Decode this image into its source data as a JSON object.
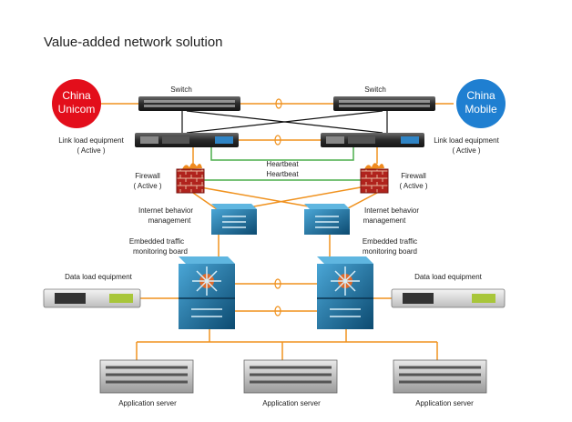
{
  "title": "Value-added network solution",
  "isps": {
    "left": [
      "China",
      "Unicom"
    ],
    "right": [
      "China",
      "Mobile"
    ],
    "left_color": "#e30e1b",
    "right_color": "#1f7fd1"
  },
  "labels": {
    "switch": "Switch",
    "link_load": "Link load equipment",
    "active": "( Active )",
    "heartbeat": "Heartbeat",
    "firewall": "Firewall",
    "internet_behavior": [
      "Internet behavior",
      "management"
    ],
    "traffic_monitor": [
      "Embedded traffic",
      "monitoring board"
    ],
    "data_load": "Data load equipment",
    "app_server": "Application server"
  },
  "colors": {
    "orange_link": "#f0921f",
    "green_heartbeat": "#4cae4c",
    "black_link": "#111111",
    "device_blue": "#1b6f9b",
    "firewall_red": "#b0231d"
  }
}
